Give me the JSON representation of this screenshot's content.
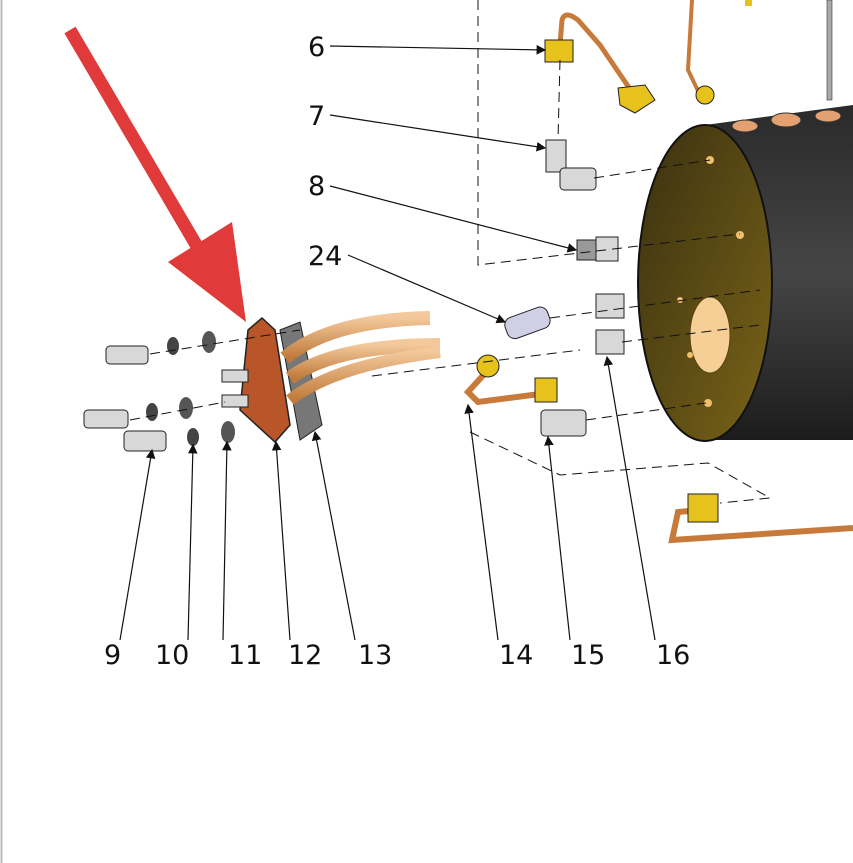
{
  "diagram": {
    "callouts": {
      "c6": "6",
      "c7": "7",
      "c8": "8",
      "c24": "24",
      "c9": "9",
      "c10": "10",
      "c11": "11",
      "c12": "12",
      "c13": "13",
      "c14": "14",
      "c15": "15",
      "c16": "16"
    },
    "highlight_arrow_color": "#e03a3a",
    "highlighted_part": "12"
  }
}
